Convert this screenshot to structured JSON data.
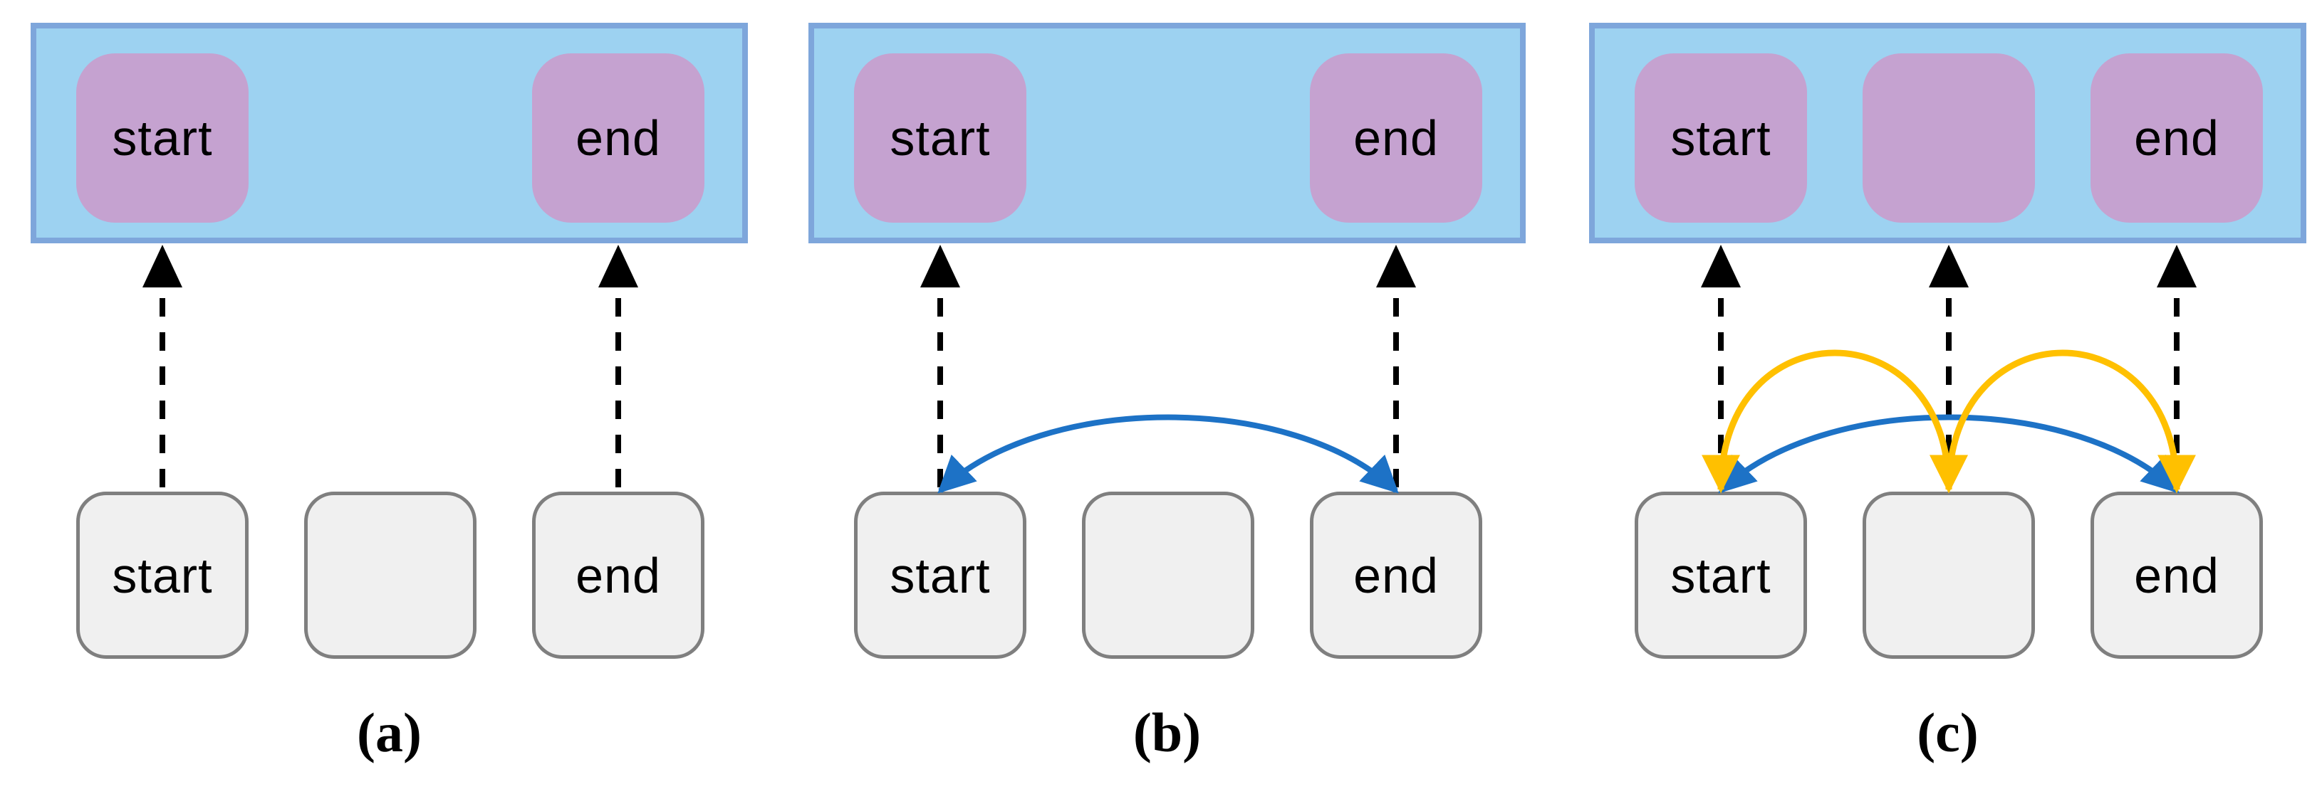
{
  "colors": {
    "container-fill": "#9DD2F1",
    "container-border": "#7EA6DB",
    "slot-fill": "#C5A2D0",
    "box-fill": "#F0F0F0",
    "box-border": "#7F7F7F",
    "dash-black": "#000000",
    "arc-blue": "#1D72C6",
    "arc-yellow": "#FFC000",
    "text-color": "#000000"
  },
  "panels": [
    {
      "caption": "(a)",
      "top_slots": [
        {
          "label": "start"
        },
        {
          "label": "end"
        }
      ],
      "bottom_boxes": [
        {
          "label": "start"
        },
        {
          "label": ""
        },
        {
          "label": "end"
        }
      ],
      "arrows": {
        "dashed_up": [
          "start",
          "end"
        ],
        "arcs": []
      }
    },
    {
      "caption": "(b)",
      "top_slots": [
        {
          "label": "start"
        },
        {
          "label": "end"
        }
      ],
      "bottom_boxes": [
        {
          "label": "start"
        },
        {
          "label": ""
        },
        {
          "label": "end"
        }
      ],
      "arrows": {
        "dashed_up": [
          "start",
          "end"
        ],
        "arcs": [
          {
            "color": "#1D72C6",
            "from": "start",
            "to": "end",
            "bidirectional": true
          }
        ]
      }
    },
    {
      "caption": "(c)",
      "top_slots": [
        {
          "label": "start"
        },
        {
          "label": ""
        },
        {
          "label": "end"
        }
      ],
      "bottom_boxes": [
        {
          "label": "start"
        },
        {
          "label": ""
        },
        {
          "label": "end"
        }
      ],
      "arrows": {
        "dashed_up": [
          "start",
          "middle",
          "end"
        ],
        "arcs": [
          {
            "color": "#1D72C6",
            "from": "start",
            "to": "end",
            "bidirectional": true
          },
          {
            "color": "#FFC000",
            "from": "start",
            "to": "middle",
            "bidirectional": true
          },
          {
            "color": "#FFC000",
            "from": "middle",
            "to": "end",
            "bidirectional": true
          }
        ]
      }
    }
  ]
}
